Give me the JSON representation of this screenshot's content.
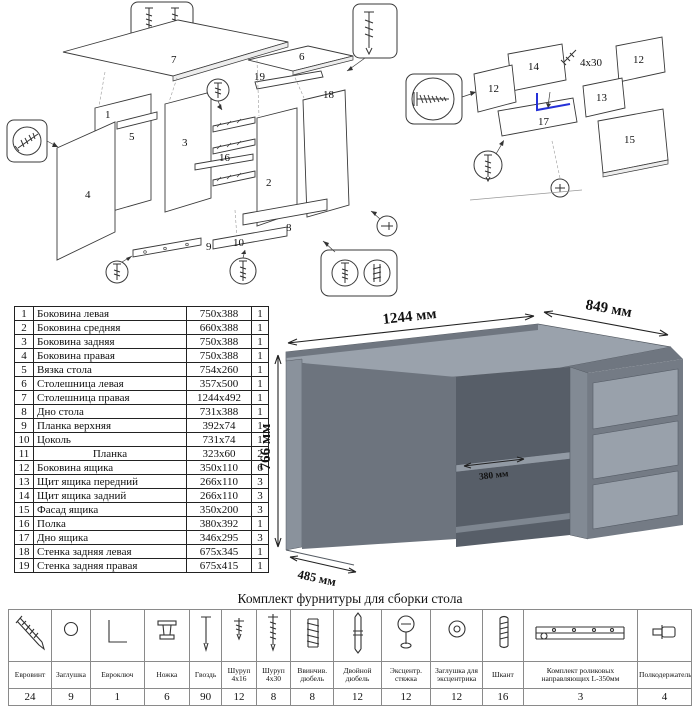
{
  "parts": {
    "rows": [
      {
        "n": "1",
        "name": "Боковина левая",
        "size": "750x388",
        "qty": "1"
      },
      {
        "n": "2",
        "name": "Боковина средняя",
        "size": "660x388",
        "qty": "1"
      },
      {
        "n": "3",
        "name": "Боковина задняя",
        "size": "750x388",
        "qty": "1"
      },
      {
        "n": "4",
        "name": "Боковина правая",
        "size": "750x388",
        "qty": "1"
      },
      {
        "n": "5",
        "name": "Вязка стола",
        "size": "754x260",
        "qty": "1"
      },
      {
        "n": "6",
        "name": "Столешница левая",
        "size": "357x500",
        "qty": "1"
      },
      {
        "n": "7",
        "name": "Столешница правая",
        "size": "1244x492",
        "qty": "1"
      },
      {
        "n": "8",
        "name": "Дно стола",
        "size": "731x388",
        "qty": "1"
      },
      {
        "n": "9",
        "name": "Планка верхняя",
        "size": "392x74",
        "qty": "1"
      },
      {
        "n": "10",
        "name": "Цоколь",
        "size": "731x74",
        "qty": "1"
      },
      {
        "n": "11",
        "name": "Планка",
        "size": "323x60",
        "qty": "2"
      },
      {
        "n": "12",
        "name": "Боковина ящика",
        "size": "350x110",
        "qty": "6"
      },
      {
        "n": "13",
        "name": "Щит ящика передний",
        "size": "266x110",
        "qty": "3"
      },
      {
        "n": "14",
        "name": "Щит ящика задний",
        "size": "266x110",
        "qty": "3"
      },
      {
        "n": "15",
        "name": "Фасад ящика",
        "size": "350x200",
        "qty": "3"
      },
      {
        "n": "16",
        "name": "Полка",
        "size": "380x392",
        "qty": "1"
      },
      {
        "n": "17",
        "name": "Дно ящика",
        "size": "346x295",
        "qty": "3"
      },
      {
        "n": "18",
        "name": "Стенка задняя левая",
        "size": "675x345",
        "qty": "1"
      },
      {
        "n": "19",
        "name": "Стенка задняя правая",
        "size": "675x415",
        "qty": "1"
      }
    ]
  },
  "diagram_left": {
    "p1": "1",
    "p2": "2",
    "p3": "3",
    "p4": "4",
    "p5": "5",
    "p6": "6",
    "p7": "7",
    "p8": "8",
    "p9": "9",
    "p10": "10",
    "p16": "16",
    "p18": "18",
    "p19": "19"
  },
  "diagram_right": {
    "p12a": "12",
    "p12b": "12",
    "p13": "13",
    "p14": "14",
    "p15": "15",
    "p17": "17",
    "screw": "4x30"
  },
  "desk": {
    "w": "1244 мм",
    "d": "849 мм",
    "h": "766 мм",
    "shelf": "380 мм",
    "side": "485 мм"
  },
  "colors": {
    "desk_gray": "#9aa2ac",
    "accent_blue": "#2531d8"
  },
  "hardware": {
    "title": "Комплект фурнитуры для сборки стола",
    "items": [
      {
        "label": "Евровинт",
        "qty": "24",
        "icon": "confirmat-screw"
      },
      {
        "label": "Заглушка",
        "qty": "9",
        "icon": "cap-plug"
      },
      {
        "label": "Евроключ",
        "qty": "1",
        "icon": "hex-key"
      },
      {
        "label": "Ножка",
        "qty": "6",
        "icon": "furniture-leg"
      },
      {
        "label": "Гвоздь",
        "qty": "90",
        "icon": "nail"
      },
      {
        "label": "Шуруп 4x16",
        "qty": "12",
        "icon": "screw-4x16"
      },
      {
        "label": "Шуруп 4x30",
        "qty": "8",
        "icon": "screw-4x30"
      },
      {
        "label": "Ввинчив. дюбель",
        "qty": "8",
        "icon": "screw-in-dowel"
      },
      {
        "label": "Двойной дюбель",
        "qty": "12",
        "icon": "double-dowel"
      },
      {
        "label": "Эксцентр. стяжка",
        "qty": "12",
        "icon": "cam-lock"
      },
      {
        "label": "Заглушка для эксцентрика",
        "qty": "12",
        "icon": "cam-cap"
      },
      {
        "label": "Шкант",
        "qty": "16",
        "icon": "wood-dowel"
      },
      {
        "label": "Комплект роликовых направляющих L-350мм",
        "qty": "3",
        "icon": "drawer-slides"
      },
      {
        "label": "Полкодержатель",
        "qty": "4",
        "icon": "shelf-pin"
      }
    ]
  }
}
